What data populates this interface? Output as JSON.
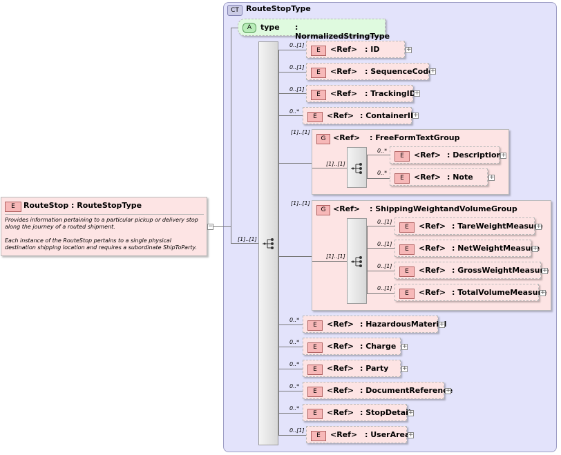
{
  "complex_type": {
    "badge": "CT",
    "title": "RouteStopType"
  },
  "attribute": {
    "badge": "A",
    "name": "type",
    "type": ": NormalizedStringType"
  },
  "root_element": {
    "badge": "E",
    "title": "RouteStop : RouteStopType",
    "description_1": "Provides information pertaining to a particular pickup or delivery stop along the journey of a routed shipment.",
    "description_2": "Each instance of the RouteStop pertains to a single physical destination shipping location and requires a subordinate ShipToParty.",
    "collapse": "−"
  },
  "main_sequence": {
    "multiplicity": "[1]..[1]"
  },
  "elements": [
    {
      "mult": "0..[1]",
      "badge": "E",
      "ref": "<Ref>",
      "name": ": ID"
    },
    {
      "mult": "0..[1]",
      "badge": "E",
      "ref": "<Ref>",
      "name": ": SequenceCode"
    },
    {
      "mult": "0..[1]",
      "badge": "E",
      "ref": "<Ref>",
      "name": ": TrackingID"
    },
    {
      "mult": "0..*",
      "badge": "E",
      "ref": "<Ref>",
      "name": ": ContainerID"
    }
  ],
  "group1": {
    "mult": "[1]..[1]",
    "badge": "G",
    "ref": "<Ref>",
    "name": ": FreeFormTextGroup",
    "seq_mult": "[1]..[1]",
    "children": [
      {
        "mult": "0..*",
        "badge": "E",
        "ref": "<Ref>",
        "name": ": Description"
      },
      {
        "mult": "0..*",
        "badge": "E",
        "ref": "<Ref>",
        "name": ": Note"
      }
    ]
  },
  "group2": {
    "mult": "[1]..[1]",
    "badge": "G",
    "ref": "<Ref>",
    "name": ": ShippingWeightandVolumeGroup",
    "seq_mult": "[1]..[1]",
    "children": [
      {
        "mult": "0..[1]",
        "badge": "E",
        "ref": "<Ref>",
        "name": ": TareWeightMeasure"
      },
      {
        "mult": "0..[1]",
        "badge": "E",
        "ref": "<Ref>",
        "name": ": NetWeightMeasure"
      },
      {
        "mult": "0..[1]",
        "badge": "E",
        "ref": "<Ref>",
        "name": ": GrossWeightMeasure"
      },
      {
        "mult": "0..[1]",
        "badge": "E",
        "ref": "<Ref>",
        "name": ": TotalVolumeMeasure"
      }
    ]
  },
  "elements_after": [
    {
      "mult": "0..*",
      "badge": "E",
      "ref": "<Ref>",
      "name": ": HazardousMaterial"
    },
    {
      "mult": "0..*",
      "badge": "E",
      "ref": "<Ref>",
      "name": ": Charge"
    },
    {
      "mult": "0..*",
      "badge": "E",
      "ref": "<Ref>",
      "name": ": Party"
    },
    {
      "mult": "0..*",
      "badge": "E",
      "ref": "<Ref>",
      "name": ": DocumentReference"
    },
    {
      "mult": "0..*",
      "badge": "E",
      "ref": "<Ref>",
      "name": ": StopDetail"
    },
    {
      "mult": "0..[1]",
      "badge": "E",
      "ref": "<Ref>",
      "name": ": UserArea"
    }
  ],
  "expand_symbol": "+",
  "colors": {
    "element_fill": "#fde4e4",
    "attribute_fill": "#dffadf",
    "complex_type_fill": "#e3e3fb"
  }
}
